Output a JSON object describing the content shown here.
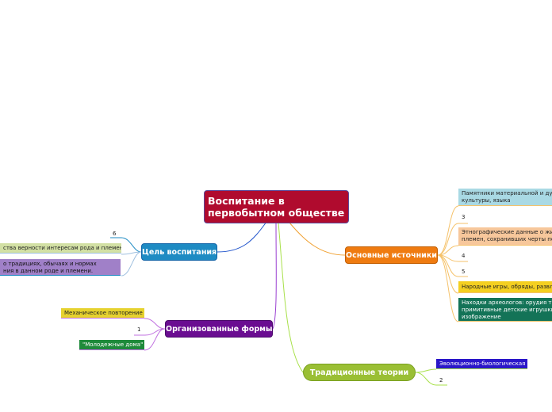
{
  "root": {
    "title": "Воспитание в первобытном обществе"
  },
  "branches": {
    "goal": {
      "label": "Цель воспитания",
      "items": [
        "ства верности интересам рода и племени",
        "о традициях, обычаях и нормах\nния в данном роде и племени."
      ],
      "number": "6"
    },
    "forms": {
      "label": "Организованные формы",
      "items": [
        "Механическое повторение",
        "\"Молодежные дома\""
      ],
      "number": "1"
    },
    "theories": {
      "label": "Традиционные теории",
      "items": [
        "Эволюционно-биологическая"
      ],
      "number": "2"
    },
    "sources": {
      "label": "Основные источники",
      "items": [
        "Памятники материальной и ду\nкультуры, языка",
        "Этнографические данные о жи\nплемен, сохранивших черты пе",
        "Народные игры, обряды, развл",
        "Находки археологов: орудия т\nпримитивные детские игрушки\nизображение"
      ],
      "numbers": [
        "3",
        "4",
        "5"
      ]
    }
  },
  "colors": {
    "root": "#b00b2e",
    "goal": "#1e8bc3",
    "forms": "#6a0d91",
    "theories": "#9abf34",
    "sources": "#ef7b10"
  }
}
